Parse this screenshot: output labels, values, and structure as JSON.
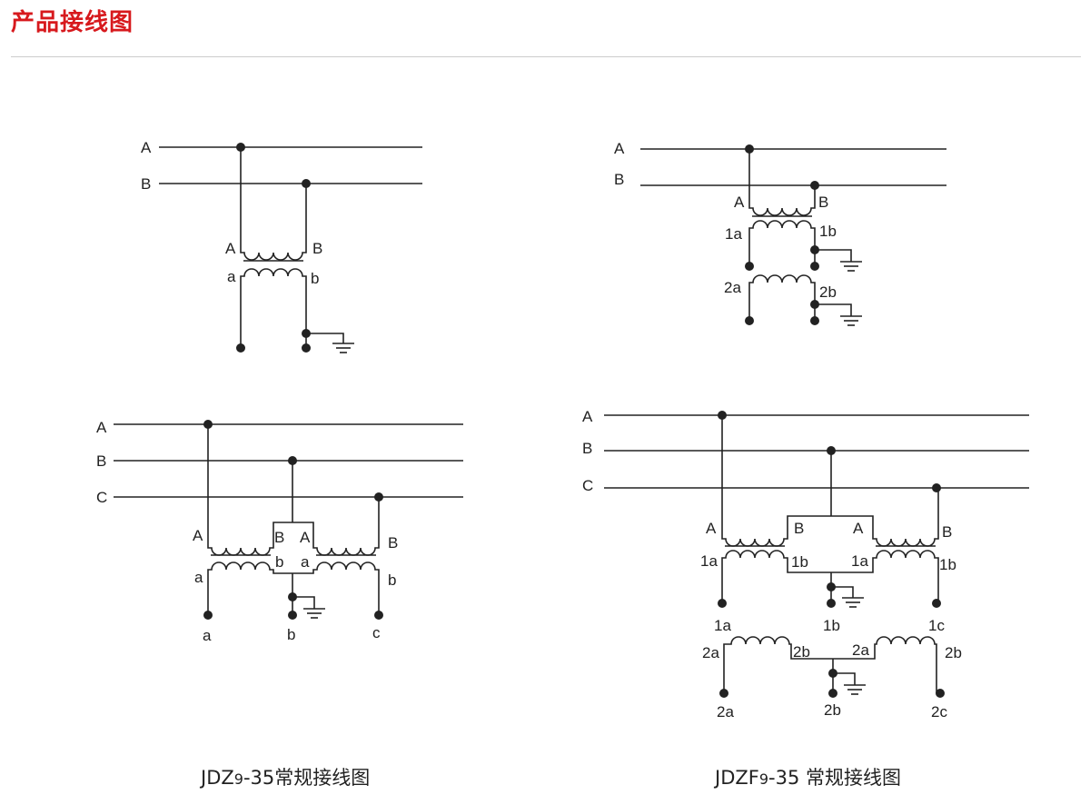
{
  "header": {
    "title": "产品接线图"
  },
  "diagrams": [
    {
      "id": "jdz9-35-single",
      "labels": {
        "line_a": "A",
        "line_b": "B",
        "prim_a": "A",
        "prim_b": "B",
        "sec_a": "a",
        "sec_b": "b"
      }
    },
    {
      "id": "jdzf9-35-single",
      "labels": {
        "line_a": "A",
        "line_b": "B",
        "prim_a": "A",
        "prim_b": "B",
        "sec1_a": "1a",
        "sec1_b": "1b",
        "sec2_a": "2a",
        "sec2_b": "2b"
      }
    },
    {
      "id": "jdz9-35-three",
      "labels": {
        "line_a": "A",
        "line_b": "B",
        "line_c": "C",
        "t1_a": "A",
        "t1_b": "B",
        "t2_a": "A",
        "t2_b": "B",
        "t1_sa": "a",
        "t1_sb": "b",
        "t2_sa": "a",
        "t2_sb": "b",
        "out_a": "a",
        "out_b": "b",
        "out_c": "c"
      }
    },
    {
      "id": "jdzf9-35-three",
      "labels": {
        "line_a": "A",
        "line_b": "B",
        "line_c": "C",
        "t1_a": "A",
        "t1_b": "B",
        "t2_a": "A",
        "t2_b": "B",
        "t1_1a": "1a",
        "t1_1b": "1b",
        "t2_1a": "1a",
        "t2_1b": "1b",
        "out_1a": "1a",
        "out_1b": "1b",
        "out_1c": "1c",
        "t1_2a": "2a",
        "t1_2b": "2b",
        "t2_2a": "2a",
        "t2_2b": "2b",
        "out_2a": "2a",
        "out_2b": "2b",
        "out_2c": "2c"
      }
    }
  ],
  "captions": {
    "left": {
      "prefix": "JDZ",
      "sub": "9",
      "suffix": "-35常规接线图"
    },
    "right": {
      "prefix": "JDZF",
      "sub": "9",
      "suffix": "-35 常规接线图"
    }
  },
  "colors": {
    "title": "#d7191d",
    "line": "#222222",
    "rule": "#cccccc"
  }
}
